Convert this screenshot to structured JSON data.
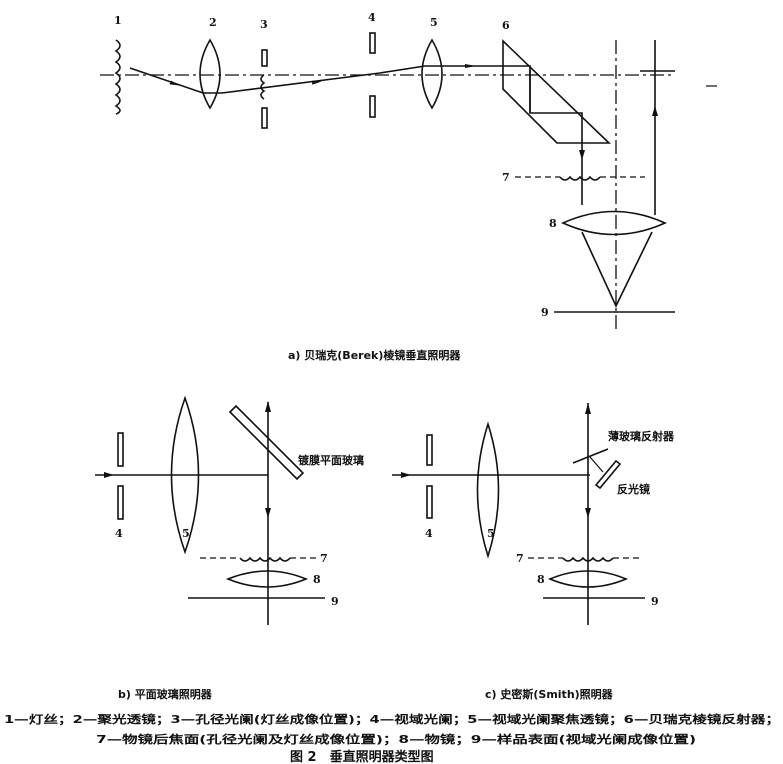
{
  "diagram_a": {
    "labels": [
      "1",
      "2",
      "3",
      "4",
      "5",
      "6",
      "7",
      "8",
      "9"
    ],
    "caption": "a) 贝瑞克(Berek)棱镜垂直照明器"
  },
  "diagram_b": {
    "labels": {
      "l4": "4",
      "l5": "5",
      "l7": "7",
      "l8": "8",
      "l9": "9"
    },
    "mirror_label": "镀膜平面玻璃",
    "caption": "b) 平面玻璃照明器"
  },
  "diagram_c": {
    "labels": {
      "l4": "4",
      "l5": "5",
      "l7": "7",
      "l8": "8",
      "l9": "9"
    },
    "reflector_label": "薄玻璃反射器",
    "mirror_label": "反光镜",
    "caption": "c) 史密斯(Smith)照明器"
  },
  "legend": {
    "line1": "1—灯丝；2—聚光透镜；3—孔径光阑(灯丝成像位置)；4—视域光阑；5—视域光阑聚焦透镜；6—贝瑞克棱镜反射器；",
    "line2": "7—物镜后焦面(孔径光阑及灯丝成像位置)；8—物镜；9—样品表面(视域光阑成像位置)"
  },
  "figure_title": "图 2　垂直照明器类型图"
}
